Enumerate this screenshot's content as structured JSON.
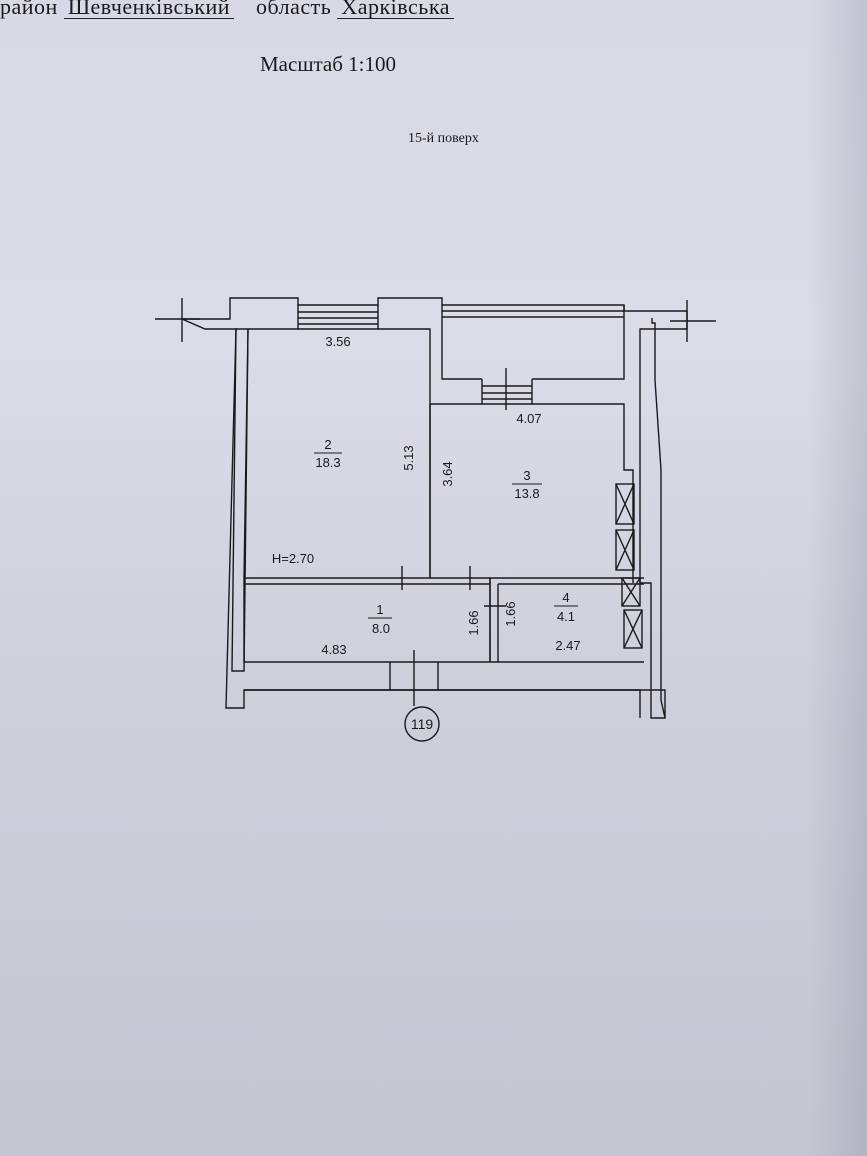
{
  "header": {
    "district_label": "район",
    "district_value": "Шевченківський",
    "region_label": "область",
    "region_value": "Харківська"
  },
  "scale": "Масштаб 1:100",
  "floor": "15-й поверх",
  "plan": {
    "rooms": [
      {
        "number": "1",
        "area": "8.0"
      },
      {
        "number": "2",
        "area": "18.3"
      },
      {
        "number": "3",
        "area": "13.8"
      },
      {
        "number": "4",
        "area": "4.1"
      }
    ],
    "dimensions": {
      "room2_width": "3.56",
      "room2_length": "5.13",
      "room3_width": "4.07",
      "room3_length": "3.64",
      "room1_width": "4.83",
      "room1_depth": "1.66",
      "room4_depth": "1.66",
      "room4_width": "2.47"
    },
    "ceiling_height": "H=2.70",
    "apartment_number": "119"
  }
}
